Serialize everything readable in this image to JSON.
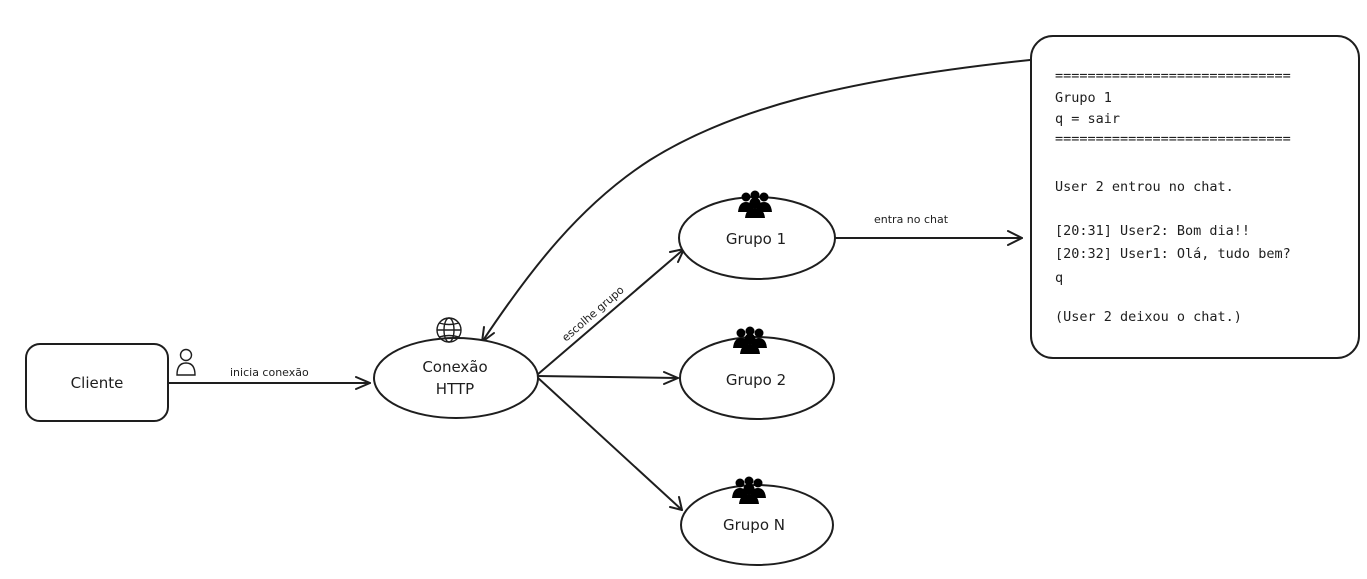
{
  "nodes": {
    "client": {
      "label": "Cliente",
      "icon": "user-icon"
    },
    "http": {
      "label_line1": "Conexão",
      "label_line2": "HTTP",
      "icon": "globe-icon"
    },
    "group1": {
      "label": "Grupo 1",
      "icon": "group-icon"
    },
    "group2": {
      "label": "Grupo 2",
      "icon": "group-icon"
    },
    "groupN": {
      "label": "Grupo N",
      "icon": "group-icon"
    }
  },
  "edges": {
    "client_to_http": "inicia conexão",
    "http_to_group1": "escolhe grupo",
    "group1_to_chat": "entra no chat"
  },
  "chat_window": {
    "lines": [
      "=============================",
      "Grupo 1",
      "q = sair",
      "=============================",
      "",
      "User 2 entrou no chat.",
      "",
      "[20:31] User2: Bom dia!!",
      "[20:32] User1: Olá, tudo bem?",
      "q",
      "",
      "(User 2 deixou o chat.)"
    ]
  }
}
